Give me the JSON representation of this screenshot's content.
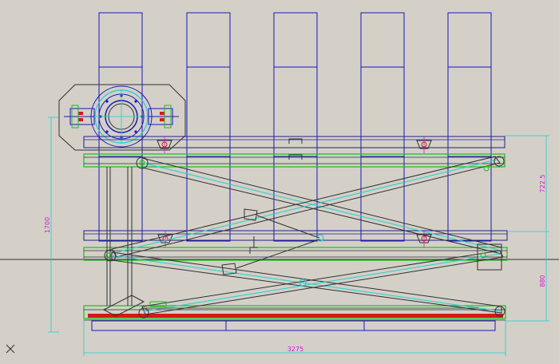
{
  "drawing": {
    "dimensions": {
      "overall_width": "3275",
      "overall_height": "1700",
      "upper_height": "722.5",
      "lower_height": "880"
    }
  },
  "colors": {
    "background": "#d4d0c8",
    "tower": "#1818b8",
    "frame": "#20208a",
    "platform_green": "#18c018",
    "dimension_cyan": "#18d0d0",
    "dimension_text": "#d018d0",
    "scissor_cyan": "#20d0d0",
    "line_dark": "#303030",
    "hydraulic_red": "#d81818"
  },
  "icons": {
    "ucs_marker": "ucs-x-icon"
  }
}
